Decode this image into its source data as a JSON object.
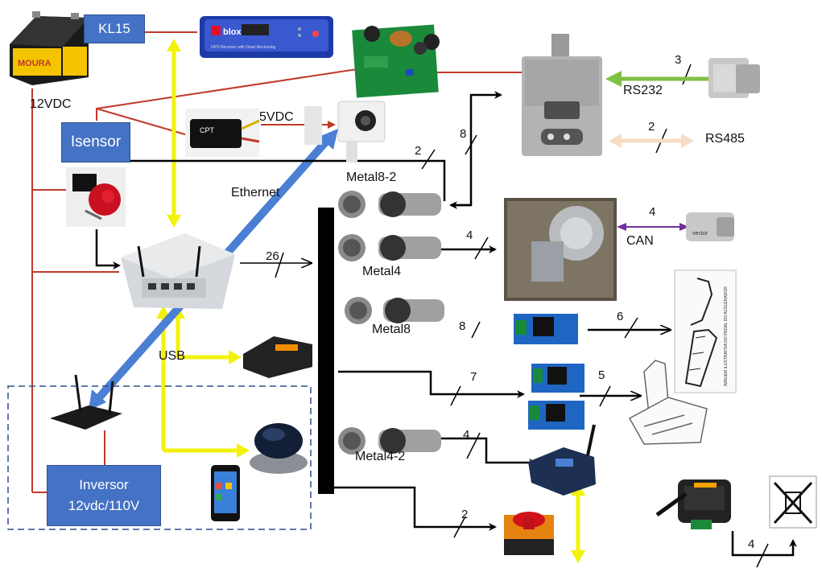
{
  "labels": {
    "kl15": "KL15",
    "battery_voltage": "12VDC",
    "battery_brand": "MOURA",
    "isensor": "Isensor",
    "camera_voltage": "5VDC",
    "ethernet": "Ethernet",
    "usb": "USB",
    "rs232": "RS232",
    "rs485": "RS485",
    "can": "CAN",
    "metal8_2": "Metal8-2",
    "metal4": "Metal4",
    "metal8": "Metal8",
    "metal4_2": "Metal4-2",
    "inversor_line1": "Inversor",
    "inversor_line2": "12vdc/110V",
    "gps_brand": "blox",
    "gps_caption": "GPS Receiver with Dead Reckoning",
    "vector": "vector",
    "pedal_caption": "IMAGEM ILUSTRATIVA DO PEDAL DO ACELERADOR"
  },
  "wire_counts": {
    "rs232": "3",
    "rs485": "2",
    "isensor_bus": "2",
    "metal8_2_bus": "8",
    "main_bus": "26",
    "can": "4",
    "metal4": "4",
    "metal8": "8",
    "pedal": "6",
    "relays": "7",
    "gear": "5",
    "metal4_2": "4",
    "stop_button": "2",
    "bottom_right": "4"
  },
  "colors": {
    "power_line": "#c0392b",
    "yellow_link": "#f2f20a",
    "ethernet_link": "#4a7fd4",
    "rs232_link": "#7dc242",
    "rs485_link": "#f7dcc6",
    "can_link": "#7030a0",
    "box_fill": "#4472c4",
    "dashed_border": "#2f4f8f"
  }
}
